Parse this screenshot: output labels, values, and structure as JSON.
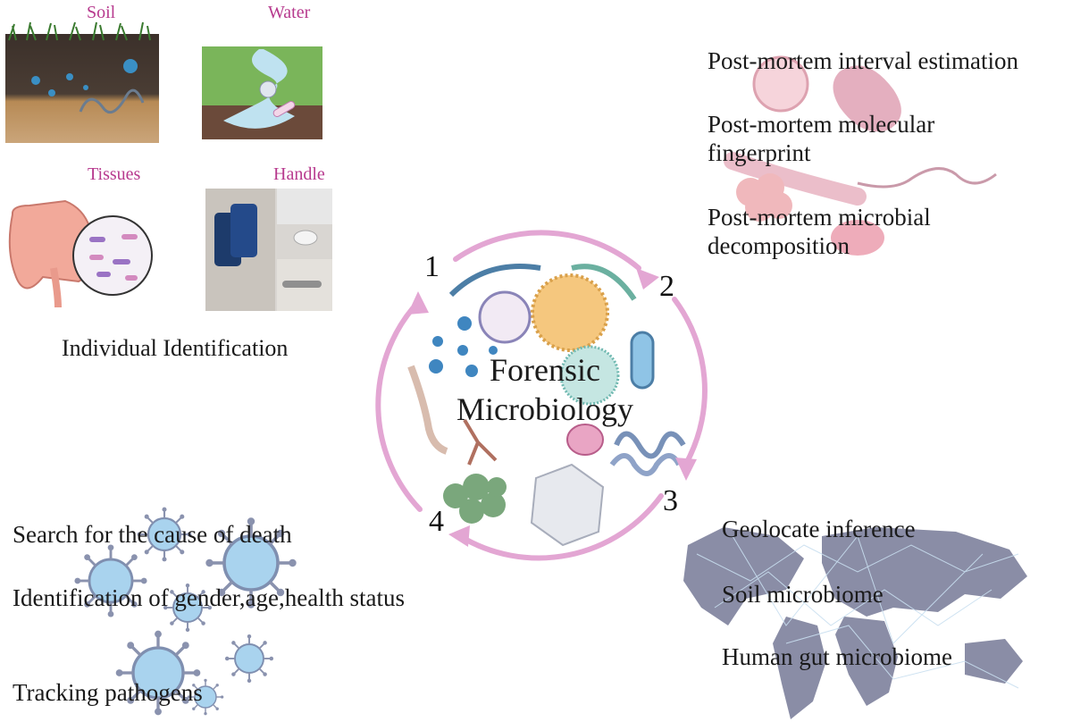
{
  "thumbnails": {
    "soil": "Soil",
    "water": "Water",
    "tissues": "Tissues",
    "handle": "Handle"
  },
  "sections": {
    "individual_identification": "Individual Identification",
    "post_mortem": {
      "interval": "Post-mortem interval estimation",
      "fingerprint": "Post-mortem molecular fingerprint",
      "decomposition": "Post-mortem microbial decomposition"
    },
    "geolocation": {
      "inference": "Geolocate inference",
      "soil": "Soil microbiome",
      "gut": "Human gut microbiome"
    },
    "cause_of_death": {
      "search": "Search for the cause of death",
      "identification": "Identification of gender,age,health status",
      "tracking": "Tracking pathogens"
    }
  },
  "center": {
    "line1": "Forensic",
    "line2": "Microbiology"
  },
  "cycle_numbers": [
    "1",
    "2",
    "3",
    "4"
  ],
  "colors": {
    "label_magenta": "#b73a8e",
    "arrow_pink": "#e3a6d3",
    "virus_blue": "#a9d3ee",
    "map_gray": "#8a8da6"
  }
}
